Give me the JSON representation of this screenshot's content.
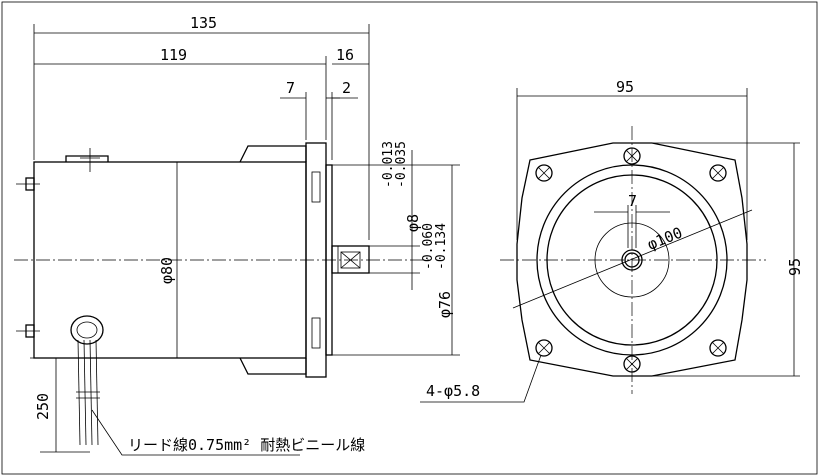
{
  "side_view": {
    "overall_length": "135",
    "body_length": "119",
    "shaft_length": "16",
    "flange_thickness": "7",
    "pilot_thickness": "2",
    "body_diameter": "φ80",
    "shaft_diameter": "φ8",
    "shaft_tolerance_upper": "-0.013",
    "shaft_tolerance_lower": "-0.035",
    "pilot_diameter": "φ76",
    "pilot_tolerance_upper": "-0.060",
    "pilot_tolerance_lower": "-0.134",
    "lead_length": "250"
  },
  "front_view": {
    "width": "95",
    "height": "95",
    "bolt_circle": "φ100",
    "key_width": "7",
    "mounting_holes": "4-φ5.8"
  },
  "notes": {
    "lead_wire": "リード線0.75mm² 耐熱ビニール線"
  }
}
